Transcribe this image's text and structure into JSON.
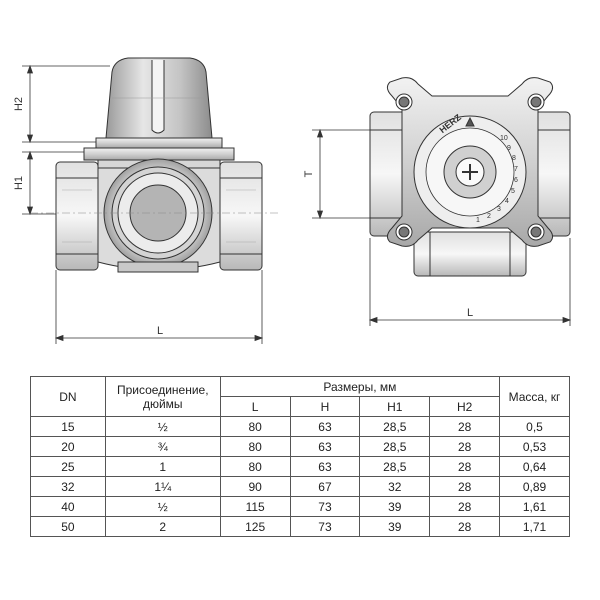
{
  "drawing": {
    "front_labels": {
      "h2": "H2",
      "h1": "H1",
      "l": "L"
    },
    "side_labels": {
      "t": "T",
      "l": "L"
    },
    "brand": "HERZ",
    "scale_marks": [
      "10",
      "9",
      "8",
      "7",
      "6",
      "5",
      "4",
      "3",
      "2",
      "1"
    ]
  },
  "table": {
    "headers": {
      "dn": "DN",
      "connection": "Присоединение, дюймы",
      "sizes": "Размеры, мм",
      "mass": "Масса, кг",
      "sub": [
        "L",
        "H",
        "H1",
        "H2"
      ]
    },
    "rows": [
      [
        "15",
        "½",
        "80",
        "63",
        "28,5",
        "28",
        "0,5"
      ],
      [
        "20",
        "¾",
        "80",
        "63",
        "28,5",
        "28",
        "0,53"
      ],
      [
        "25",
        "1",
        "80",
        "63",
        "28,5",
        "28",
        "0,64"
      ],
      [
        "32",
        "1¼",
        "90",
        "67",
        "32",
        "28",
        "0,89"
      ],
      [
        "40",
        "½",
        "115",
        "73",
        "39",
        "28",
        "1,61"
      ],
      [
        "50",
        "2",
        "125",
        "73",
        "39",
        "28",
        "1,71"
      ]
    ]
  },
  "colors": {
    "line": "#333333",
    "fill_light": "#e8e8e8",
    "fill_mid": "#c8c8c8",
    "fill_dark": "#8a8a8a"
  }
}
